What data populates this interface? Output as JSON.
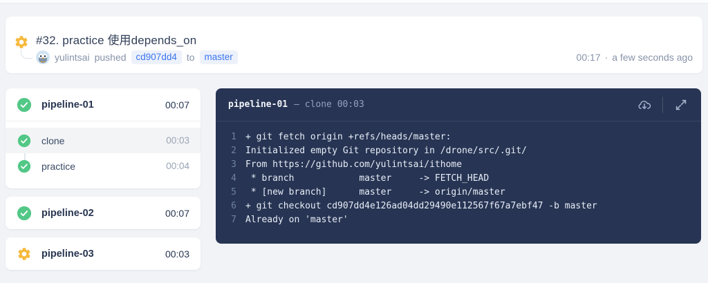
{
  "header": {
    "title": "#32. practice 使用depends_on",
    "author": "yulintsai",
    "action_word": "pushed",
    "commit": "cd907dd4",
    "to_word": "to",
    "branch": "master",
    "duration": "00:17",
    "separator": "·",
    "time_ago": "a few seconds ago",
    "status": "running"
  },
  "sidebar": {
    "groups": [
      {
        "name": "pipeline-01",
        "time": "00:07",
        "status": "success",
        "steps": [
          {
            "name": "clone",
            "time": "00:03",
            "status": "success",
            "selected": true
          },
          {
            "name": "practice",
            "time": "00:04",
            "status": "success",
            "selected": false
          }
        ]
      },
      {
        "name": "pipeline-02",
        "time": "00:07",
        "status": "success",
        "steps": []
      },
      {
        "name": "pipeline-03",
        "time": "00:03",
        "status": "running",
        "steps": []
      }
    ]
  },
  "console": {
    "title": "pipeline-01",
    "subtitle": "— clone 00:03",
    "lines": [
      {
        "n": "1",
        "text": "+ git fetch origin +refs/heads/master:"
      },
      {
        "n": "2",
        "text": "Initialized empty Git repository in /drone/src/.git/"
      },
      {
        "n": "3",
        "text": "From https://github.com/yulintsai/ithome"
      },
      {
        "n": "4",
        "text": " * branch            master     -> FETCH_HEAD"
      },
      {
        "n": "5",
        "text": " * [new branch]      master     -> origin/master"
      },
      {
        "n": "6",
        "text": "+ git checkout cd907dd4e126ad04dd29490e112567f67a7ebf47 -b master"
      },
      {
        "n": "7",
        "text": "Already on 'master'"
      }
    ]
  },
  "colors": {
    "page_bg": "#f1f3f7",
    "console_bg": "#273453",
    "success_green": "#52c886",
    "running_yellow": "#f6b93b",
    "badge_bg": "#edf1fa",
    "badge_text": "#3a76f2",
    "muted_text": "#8793a9",
    "dark_navy": "#273550"
  }
}
